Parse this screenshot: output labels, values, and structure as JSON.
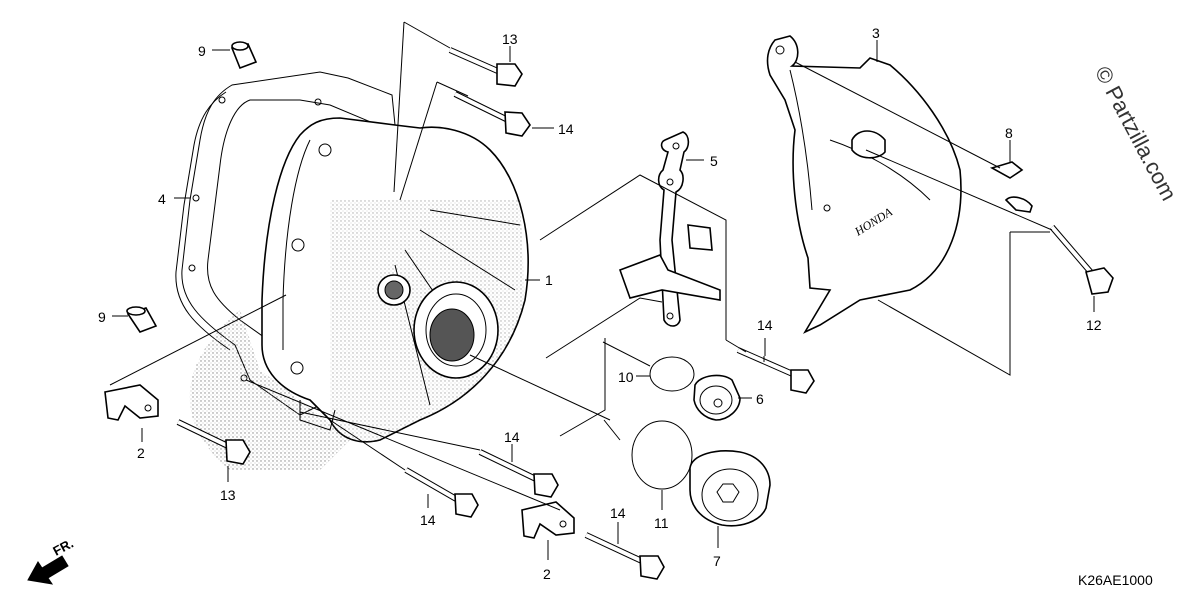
{
  "watermark": "© Partzilla.com",
  "diagram_code": "K26AE1000",
  "direction_label": "FR.",
  "brand_mark": "HONDA",
  "callouts": [
    "1",
    "2",
    "2",
    "3",
    "4",
    "5",
    "6",
    "7",
    "8",
    "9",
    "9",
    "10",
    "11",
    "12",
    "13",
    "13",
    "14",
    "14",
    "14",
    "14",
    "14",
    "14"
  ]
}
